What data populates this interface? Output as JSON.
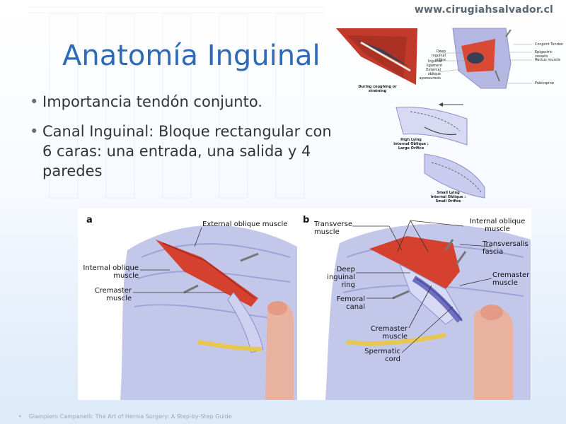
{
  "header": {
    "website": "www.cirugiahsalvador.cl"
  },
  "slide": {
    "title": "Anatomía Inguinal",
    "bullets": [
      "Importancia tendón conjunto.",
      "Canal Inguinal: Bloque rectangular con 6 caras: una entrada, una salida y 4 paredes"
    ]
  },
  "figure_top": {
    "labels": {
      "conjoint_tendon": "Conjoint Tendon",
      "epigastric_vessels": "Epigastric vessels",
      "rectus_muscle": "Rectus muscle",
      "pubic_spine": "Pubicspine",
      "deep_inguinal_orifice": "Deep inguinal orifice",
      "inguinal_ligament": "Inguinal ligament",
      "external_oblique_aponeurosis": "External oblique aponeurosis",
      "during_coughing": "During coughing or straining",
      "high_lying": "High Lying Internal Oblique : Large Orifice",
      "small_lying": "Small Lying Internal Oblique : Small Orifice"
    }
  },
  "figure_main": {
    "panel_a": {
      "letter": "a",
      "labels": {
        "external_oblique": "External oblique muscle",
        "internal_oblique": "Internal oblique muscle",
        "cremaster": "Cremaster muscle"
      }
    },
    "panel_b": {
      "letter": "b",
      "labels": {
        "transverse": "Transverse muscle",
        "internal_oblique": "Internal oblique muscle",
        "transversalis": "Transversalis fascia",
        "deep_ring": "Deep inguinal ring",
        "femoral": "Femoral canal",
        "cremaster_right": "Cremaster muscle",
        "cremaster_bottom": "Cremaster muscle",
        "spermatic": "Spermatic cord"
      }
    }
  },
  "footer": {
    "bullet": "•",
    "citation": "Giampiero Campanelli: The Art of Hernia Surgery: A Step-by-Step Guide"
  },
  "colors": {
    "title": "#2f6ab6",
    "muscle_red": "#d84432",
    "fascia_blue": "#8e8fd4",
    "skin": "#e8b1a0",
    "fat_yellow": "#e9c74e"
  }
}
